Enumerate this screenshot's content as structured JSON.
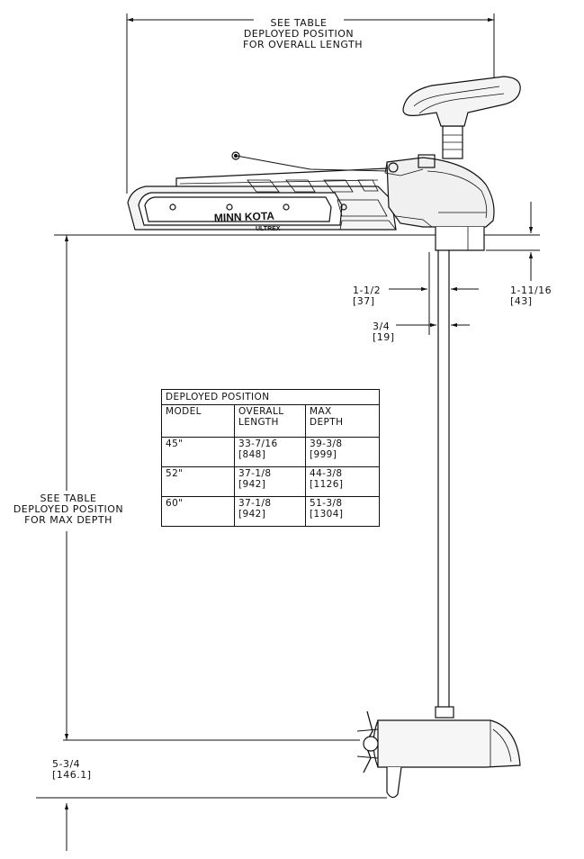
{
  "drawing": {
    "overall_length_note": [
      "SEE TABLE",
      "DEPLOYED POSITION",
      "FOR OVERALL LENGTH"
    ],
    "max_depth_note": [
      "SEE TABLE",
      "DEPLOYED POSITION",
      "FOR MAX DEPTH"
    ],
    "brand_text": "MINN KOTA",
    "model_text": "ULTREX",
    "dimensions": {
      "shaft_offset": [
        "1-1/2",
        "[37]"
      ],
      "shaft_diameter": [
        "3/4",
        "[19]"
      ],
      "mount_height": [
        "1-11/16",
        "[43]"
      ],
      "motor_height": [
        "5-3/4",
        "[146.1]"
      ]
    }
  },
  "table": {
    "title": "DEPLOYED POSITION",
    "headers": {
      "model": "MODEL",
      "overall_length": [
        "OVERALL",
        "LENGTH"
      ],
      "max_depth": [
        "MAX",
        "DEPTH"
      ]
    },
    "rows": [
      {
        "model": "45\"",
        "length_in": "33-7/16",
        "length_mm": "[848]",
        "depth_in": "39-3/8",
        "depth_mm": "[999]"
      },
      {
        "model": "52\"",
        "length_in": "37-1/8",
        "length_mm": "[942]",
        "depth_in": "44-3/8",
        "depth_mm": "[1126]"
      },
      {
        "model": "60\"",
        "length_in": "37-1/8",
        "length_mm": "[942]",
        "depth_in": "51-3/8",
        "depth_mm": "[1304]"
      }
    ]
  }
}
